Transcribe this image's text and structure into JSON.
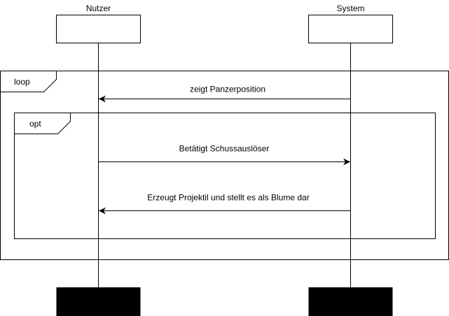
{
  "diagram": {
    "participants": [
      {
        "id": "user",
        "label": "Nutzer"
      },
      {
        "id": "system",
        "label": "System"
      }
    ],
    "fragments": {
      "loop": {
        "operator": "loop"
      },
      "opt": {
        "operator": "opt"
      }
    },
    "messages": [
      {
        "from": "system",
        "to": "user",
        "label": "zeigt Panzerposition"
      },
      {
        "from": "user",
        "to": "system",
        "label": "Betätigt Schussauslöser"
      },
      {
        "from": "system",
        "to": "user",
        "label": "Erzeugt Projektil und stellt es als Blume dar"
      }
    ],
    "colors": {
      "line": "#000000",
      "background": "#ffffff",
      "lifeline_end": "#000000"
    }
  }
}
